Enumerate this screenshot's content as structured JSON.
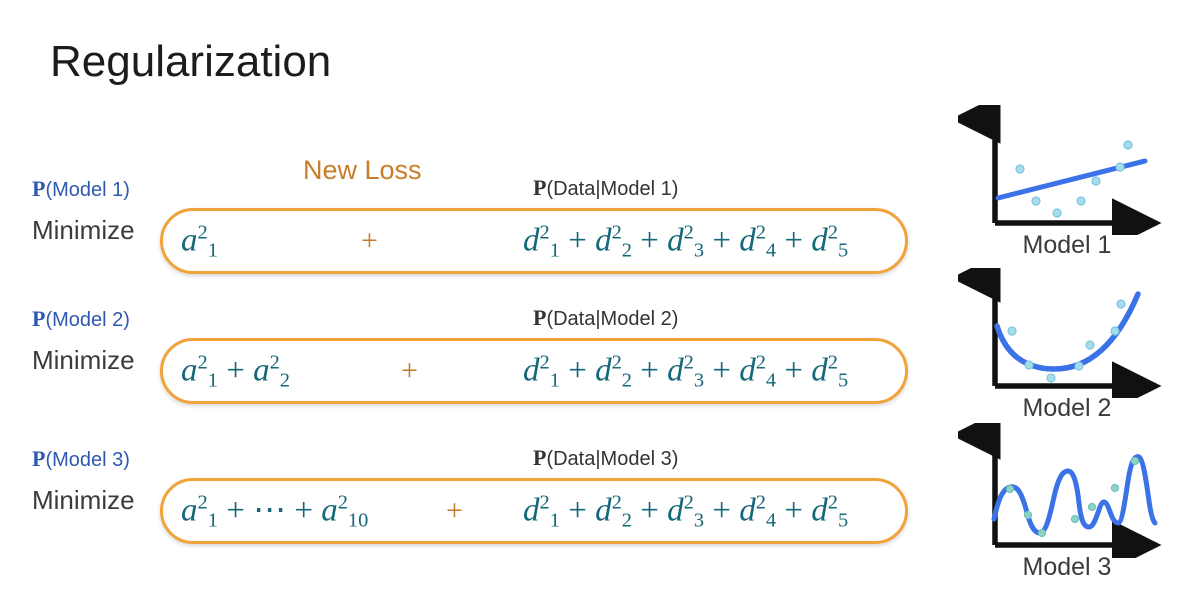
{
  "slide": {
    "title": "Regularization",
    "new_loss_caption": "New Loss"
  },
  "colors": {
    "accent_orange": "#f2a23a",
    "caption_orange": "#c87d28",
    "prior_blue": "#2f59b0",
    "math_teal": "#14687a",
    "curve_blue": "#3b72e8",
    "point_blue": "#8fd0e0",
    "axis_black": "#111111",
    "text_dark": "#3b3b3b"
  },
  "rows": [
    {
      "prior_p": "P",
      "prior_text": "(Model 1)",
      "minimize_label": "Minimize",
      "likelihood_p": "P",
      "likelihood_text": "(Data|Model 1)",
      "regularization_term": "a²₁",
      "regularization_parts": [
        {
          "base": "a",
          "sup": "2",
          "sub": "1"
        }
      ],
      "plus": "+",
      "data_term": "d²₁ + d²₂ + d²₃ + d²₄ + d²₅",
      "data_parts": [
        {
          "base": "d",
          "sup": "2",
          "sub": "1"
        },
        {
          "base": "d",
          "sup": "2",
          "sub": "2"
        },
        {
          "base": "d",
          "sup": "2",
          "sub": "3"
        },
        {
          "base": "d",
          "sup": "2",
          "sub": "4"
        },
        {
          "base": "d",
          "sup": "2",
          "sub": "5"
        }
      ]
    },
    {
      "prior_p": "P",
      "prior_text": "(Model 2)",
      "minimize_label": "Minimize",
      "likelihood_p": "P",
      "likelihood_text": "(Data|Model 2)",
      "regularization_term": "a²₁ + a²₂",
      "regularization_parts": [
        {
          "base": "a",
          "sup": "2",
          "sub": "1"
        },
        {
          "base": "a",
          "sup": "2",
          "sub": "2"
        }
      ],
      "plus": "+",
      "data_term": "d²₁ + d²₂ + d²₃ + d²₄ + d²₅",
      "data_parts": [
        {
          "base": "d",
          "sup": "2",
          "sub": "1"
        },
        {
          "base": "d",
          "sup": "2",
          "sub": "2"
        },
        {
          "base": "d",
          "sup": "2",
          "sub": "3"
        },
        {
          "base": "d",
          "sup": "2",
          "sub": "4"
        },
        {
          "base": "d",
          "sup": "2",
          "sub": "5"
        }
      ]
    },
    {
      "prior_p": "P",
      "prior_text": "(Model 3)",
      "minimize_label": "Minimize",
      "likelihood_p": "P",
      "likelihood_text": "(Data|Model 3)",
      "regularization_term": "a²₁ + ⋯ + a²₁₀",
      "regularization_parts": [
        {
          "base": "a",
          "sup": "2",
          "sub": "1"
        },
        {
          "base": "⋯",
          "sup": "",
          "sub": ""
        },
        {
          "base": "a",
          "sup": "2",
          "sub": "10"
        }
      ],
      "plus": "+",
      "data_term": "d²₁ + d²₂ + d²₃ + d²₄ + d²₅",
      "data_parts": [
        {
          "base": "d",
          "sup": "2",
          "sub": "1"
        },
        {
          "base": "d",
          "sup": "2",
          "sub": "2"
        },
        {
          "base": "d",
          "sup": "2",
          "sub": "3"
        },
        {
          "base": "d",
          "sup": "2",
          "sub": "4"
        },
        {
          "base": "d",
          "sup": "2",
          "sub": "5"
        }
      ]
    }
  ],
  "plots": [
    {
      "caption": "Model 1",
      "fit": "linear"
    },
    {
      "caption": "Model 2",
      "fit": "quadratic"
    },
    {
      "caption": "Model 3",
      "fit": "wiggly-high-degree"
    }
  ],
  "chart_data": [
    {
      "type": "scatter",
      "title": "Model 1",
      "xlabel": "",
      "ylabel": "",
      "grid": false,
      "legend": null,
      "xlim": [
        0,
        100
      ],
      "ylim": [
        0,
        100
      ],
      "points": [
        {
          "x": 14,
          "y": 57
        },
        {
          "x": 28,
          "y": 33
        },
        {
          "x": 42,
          "y": 22
        },
        {
          "x": 54,
          "y": 32
        },
        {
          "x": 63,
          "y": 48
        },
        {
          "x": 76,
          "y": 58
        },
        {
          "x": 80,
          "y": 76
        }
      ],
      "series": [
        {
          "name": "linear fit",
          "x": [
            5,
            97
          ],
          "y": [
            30,
            62
          ]
        }
      ]
    },
    {
      "type": "scatter",
      "title": "Model 2",
      "xlabel": "",
      "ylabel": "",
      "grid": false,
      "legend": null,
      "xlim": [
        0,
        100
      ],
      "ylim": [
        0,
        100
      ],
      "points": [
        {
          "x": 12,
          "y": 55
        },
        {
          "x": 25,
          "y": 28
        },
        {
          "x": 38,
          "y": 18
        },
        {
          "x": 52,
          "y": 36
        },
        {
          "x": 62,
          "y": 29
        },
        {
          "x": 78,
          "y": 52
        },
        {
          "x": 84,
          "y": 72
        }
      ],
      "series": [
        {
          "name": "quadratic fit",
          "x": [
            5,
            30,
            55,
            80,
            95
          ],
          "y": [
            58,
            26,
            22,
            46,
            82
          ]
        }
      ]
    },
    {
      "type": "scatter",
      "title": "Model 3",
      "xlabel": "",
      "ylabel": "",
      "grid": false,
      "legend": null,
      "xlim": [
        0,
        100
      ],
      "ylim": [
        0,
        100
      ],
      "points": [
        {
          "x": 14,
          "y": 52
        },
        {
          "x": 25,
          "y": 22
        },
        {
          "x": 35,
          "y": 10
        },
        {
          "x": 50,
          "y": 20
        },
        {
          "x": 60,
          "y": 38
        },
        {
          "x": 72,
          "y": 52
        },
        {
          "x": 82,
          "y": 78
        }
      ],
      "series": [
        {
          "name": "high-degree polynomial fit",
          "x": [
            4,
            10,
            16,
            22,
            28,
            34,
            40,
            46,
            52,
            58,
            64,
            70,
            76,
            82,
            88,
            94
          ],
          "y": [
            28,
            42,
            54,
            30,
            12,
            20,
            60,
            58,
            22,
            18,
            36,
            28,
            52,
            82,
            66,
            22
          ]
        }
      ]
    }
  ]
}
